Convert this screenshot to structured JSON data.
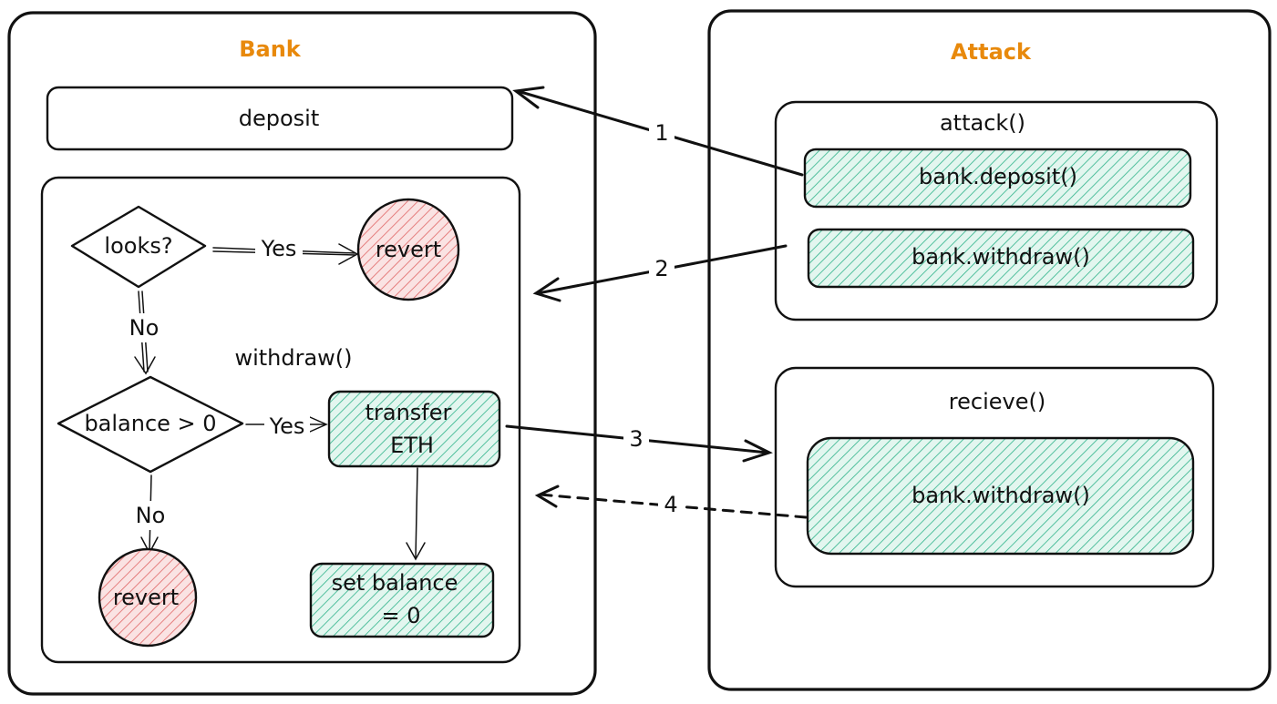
{
  "bank": {
    "title": "Bank",
    "deposit_label": "deposit",
    "withdraw_label": "withdraw()",
    "looks_label": "looks?",
    "yes1_label": "Yes",
    "no1_label": "No",
    "revert_top_label": "revert",
    "balance_label": "balance > 0",
    "yes2_label": "Yes",
    "no2_label": "No",
    "transfer_line1": "transfer",
    "transfer_line2": "ETH",
    "set_balance_line1": "set balance",
    "set_balance_line2": "= 0",
    "revert_bottom_label": "revert"
  },
  "attack": {
    "title": "Attack",
    "attack_fn_label": "attack()",
    "deposit_call_label": "bank.deposit()",
    "withdraw_call_label": "bank.withdraw()",
    "receive_fn_label": "recieve()",
    "receive_withdraw_label": "bank.withdraw()"
  },
  "arrows": {
    "a1": "1",
    "a2": "2",
    "a3": "3",
    "a4": "4"
  },
  "colors": {
    "title": "#e8890c",
    "green_hatch": "#2fb38a",
    "green_fill": "#d9f3ea",
    "red_hatch": "#e05a5a",
    "red_fill": "#f9dede"
  }
}
